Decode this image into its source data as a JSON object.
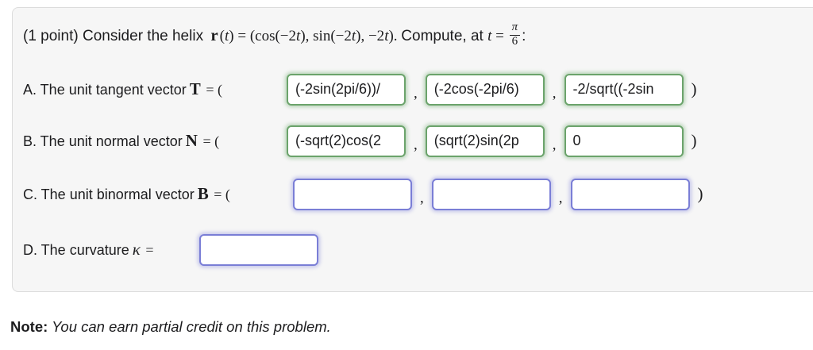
{
  "colors": {
    "correct_border": "#6ba36b",
    "pending_border": "#7a7ed6",
    "box_bg": "#f6f6f6",
    "box_border": "#dcdcdc",
    "text": "#1c1c1e"
  },
  "line1": {
    "prefix": "(1 point) Consider the helix ",
    "r": "r",
    "open1": "(",
    "t1": "t",
    "mid1": ") = (cos(−2",
    "t2": "t",
    "mid2": "), sin(−2",
    "t3": "t",
    "mid3": "), −2",
    "t4": "t",
    "mid4": "). ",
    "compute": "Compute, at ",
    "t5": "t",
    "eq": " = ",
    "frac_num": "π",
    "frac_den": "6",
    "colon": ":"
  },
  "rowA": {
    "label": "A. The unit tangent vector",
    "symbol": "T",
    "eq": " = (",
    "v1": "(-2sin(2pi/6))/",
    "v2": "(-2cos(-2pi/6)",
    "v3": "-2/sqrt((-2sin",
    "comma": ",",
    "close": ")"
  },
  "rowB": {
    "label": "B. The unit normal vector",
    "symbol": "N",
    "eq": " = (",
    "v1": "(-sqrt(2)cos(2",
    "v2": "(sqrt(2)sin(2p",
    "v3": "0",
    "comma": ",",
    "close": ")"
  },
  "rowC": {
    "label": "C. The unit binormal vector",
    "symbol": "B",
    "eq": " = (",
    "v1": "",
    "v2": "",
    "v3": "",
    "comma": ",",
    "close": ")"
  },
  "rowD": {
    "label": "D. The curvature",
    "symbol": "κ",
    "eq": " = ",
    "v1": ""
  },
  "note": {
    "label": "Note:",
    "text": " You can earn partial credit on this problem."
  }
}
